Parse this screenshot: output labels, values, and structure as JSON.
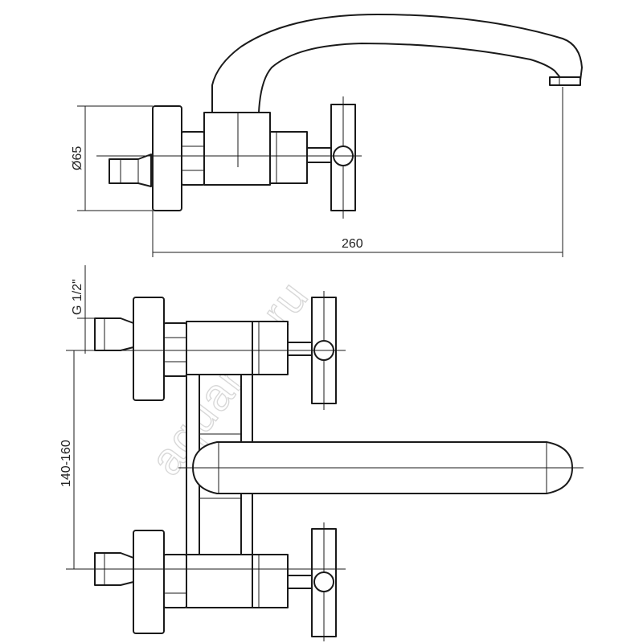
{
  "dimensions": {
    "diameter": "Ø65",
    "length": "260",
    "thread": "G 1/2\"",
    "spacing": "140-160"
  },
  "watermark": "aquamir.ru"
}
